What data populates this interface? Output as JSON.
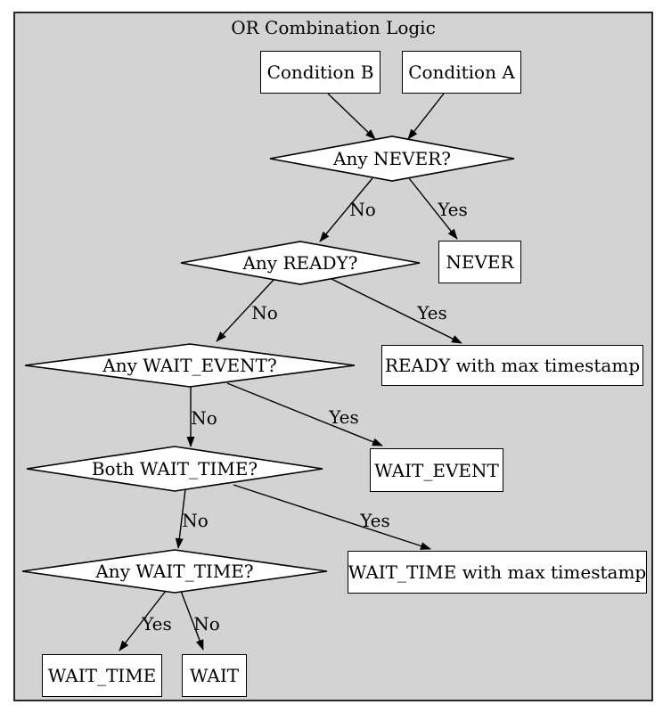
{
  "diagram": {
    "title": "OR Combination Logic",
    "type": "flowchart",
    "colors": {
      "cluster_background": "#d3d3d3",
      "node_background": "#ffffff",
      "stroke": "#000000"
    },
    "nodes": [
      {
        "id": "cond_b",
        "shape": "box",
        "label": "Condition B"
      },
      {
        "id": "cond_a",
        "shape": "box",
        "label": "Condition A"
      },
      {
        "id": "any_never",
        "shape": "diamond",
        "label": "Any NEVER?"
      },
      {
        "id": "never",
        "shape": "box",
        "label": "NEVER"
      },
      {
        "id": "any_ready",
        "shape": "diamond",
        "label": "Any READY?"
      },
      {
        "id": "ready_max",
        "shape": "box",
        "label": "READY with max timestamp"
      },
      {
        "id": "any_wait_event",
        "shape": "diamond",
        "label": "Any WAIT_EVENT?"
      },
      {
        "id": "wait_event",
        "shape": "box",
        "label": "WAIT_EVENT"
      },
      {
        "id": "both_wait_time",
        "shape": "diamond",
        "label": "Both WAIT_TIME?"
      },
      {
        "id": "wait_time_max",
        "shape": "box",
        "label": "WAIT_TIME with max timestamp"
      },
      {
        "id": "any_wait_time",
        "shape": "diamond",
        "label": "Any WAIT_TIME?"
      },
      {
        "id": "wait_time",
        "shape": "box",
        "label": "WAIT_TIME"
      },
      {
        "id": "wait",
        "shape": "box",
        "label": "WAIT"
      }
    ],
    "edges": [
      {
        "from": "cond_b",
        "to": "any_never",
        "label": ""
      },
      {
        "from": "cond_a",
        "to": "any_never",
        "label": ""
      },
      {
        "from": "any_never",
        "to": "any_ready",
        "label": "No"
      },
      {
        "from": "any_never",
        "to": "never",
        "label": "Yes"
      },
      {
        "from": "any_ready",
        "to": "any_wait_event",
        "label": "No"
      },
      {
        "from": "any_ready",
        "to": "ready_max",
        "label": "Yes"
      },
      {
        "from": "any_wait_event",
        "to": "both_wait_time",
        "label": "No"
      },
      {
        "from": "any_wait_event",
        "to": "wait_event",
        "label": "Yes"
      },
      {
        "from": "both_wait_time",
        "to": "any_wait_time",
        "label": "No"
      },
      {
        "from": "both_wait_time",
        "to": "wait_time_max",
        "label": "Yes"
      },
      {
        "from": "any_wait_time",
        "to": "wait_time",
        "label": "Yes"
      },
      {
        "from": "any_wait_time",
        "to": "wait",
        "label": "No"
      }
    ]
  }
}
